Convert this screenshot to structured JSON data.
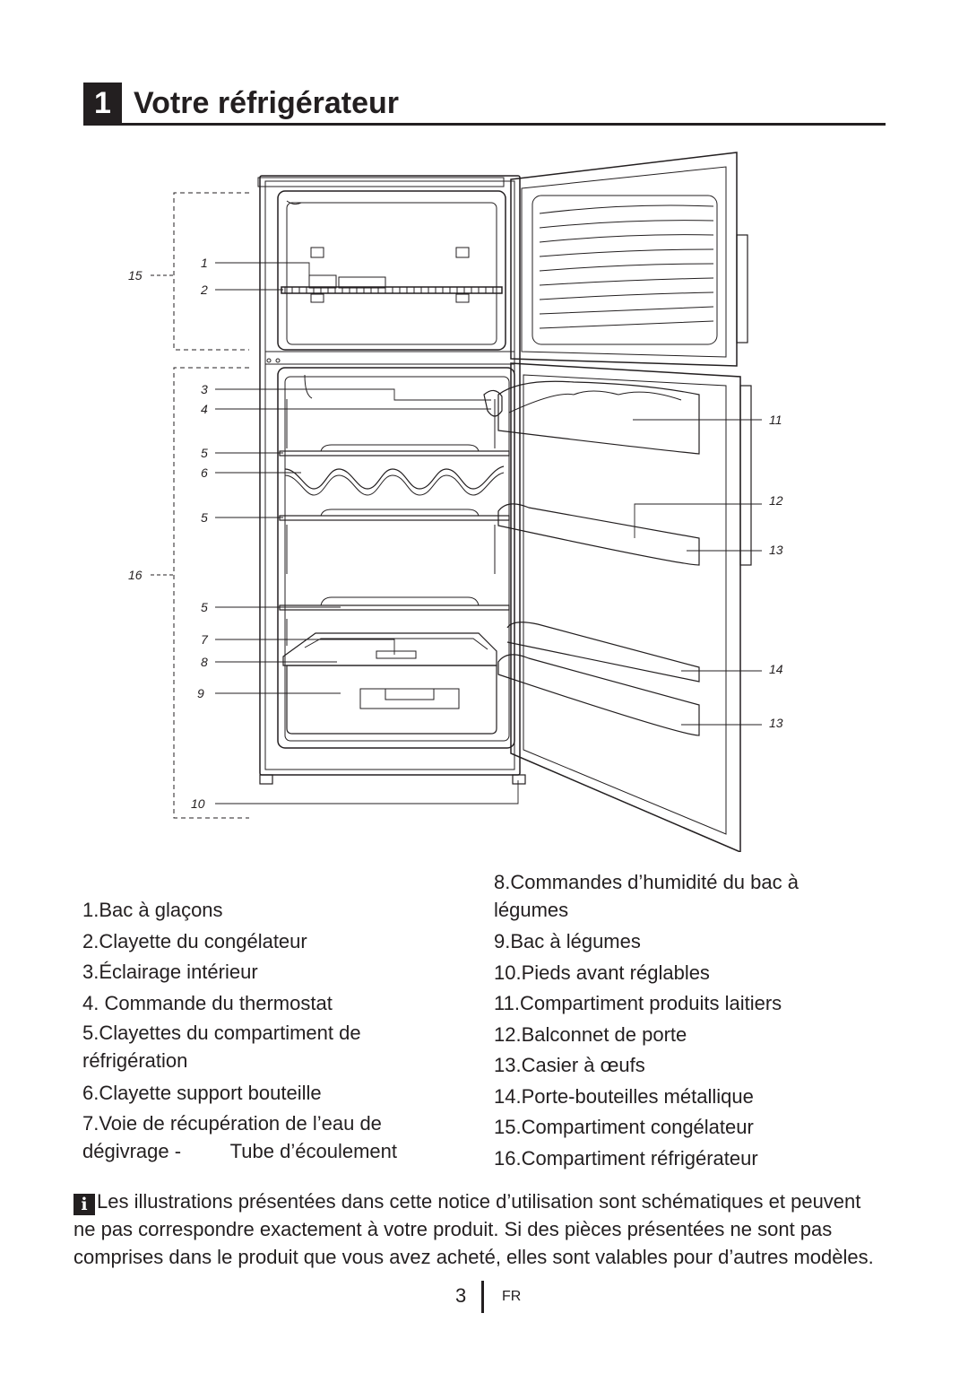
{
  "section": {
    "number": "1",
    "title": "Votre réfrigérateur"
  },
  "diagram_labels": {
    "l1": "1",
    "l2": "2",
    "l3": "3",
    "l4": "4",
    "l5a": "5",
    "l6": "6",
    "l5b": "5",
    "l5c": "5",
    "l7": "7",
    "l8": "8",
    "l9": "9",
    "l10": "10",
    "l15": "15",
    "l16": "16",
    "l11": "11",
    "l12": "12",
    "l13a": "13",
    "l14": "14",
    "l13b": "13"
  },
  "legend_left": [
    "1.Bac à glaçons",
    "2.Clayette du congélateur",
    "3.Éclairage intérieur",
    "4. Commande du thermostat",
    "5.Clayettes du compartiment de",
    "réfrigération",
    "6.Clayette support bouteille",
    "7.Voie de récupération de l’eau de",
    "dégivrage -         Tube d’écoulement"
  ],
  "legend_right": [
    "8.Commandes d’humidité du bac à",
    "légumes",
    "9.Bac à légumes",
    "10.Pieds avant réglables",
    "11.Compartiment produits laitiers",
    "12.Balconnet de porte",
    "13.Casier à œufs",
    "14.Porte-bouteilles métallique",
    "15.Compartiment congélateur",
    "16.Compartiment réfrigérateur"
  ],
  "note": {
    "icon": "info-icon",
    "text": "Les illustrations présentées dans cette notice d’utilisation sont schématiques et peuvent ne pas correspondre exactement à votre produit. Si des pièces présentées ne sont pas comprises dans le produit que vous avez acheté, elles sont valables pour d’autres modèles."
  },
  "footer": {
    "page": "3",
    "lang": "FR"
  }
}
